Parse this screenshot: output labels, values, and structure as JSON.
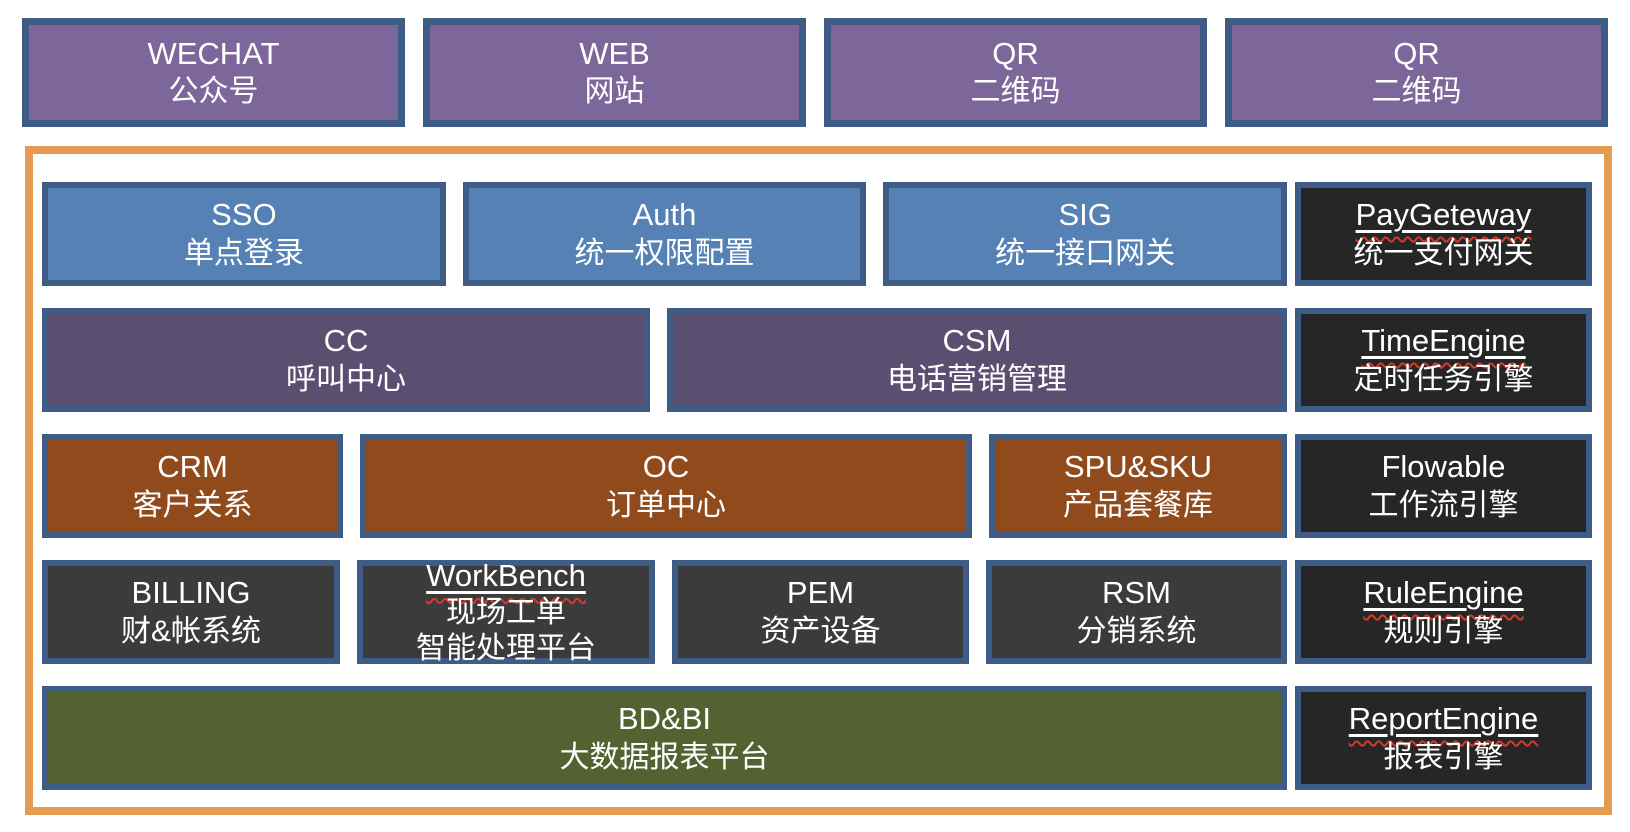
{
  "colors": {
    "purple": "#7d669a",
    "blue": "#5681b5",
    "dark_purple": "#5a4f70",
    "brown": "#914a1c",
    "gray": "#3b3b3b",
    "black": "#262626",
    "green": "#546231",
    "border_blue": "#3e5c85",
    "orange": "#e79a52",
    "red": "#d83a2a"
  },
  "channels": [
    {
      "en": "WECHAT",
      "zh": "公众号"
    },
    {
      "en": "WEB",
      "zh": "网站"
    },
    {
      "en": "QR",
      "zh": "二维码"
    },
    {
      "en": "QR",
      "zh": "二维码"
    }
  ],
  "platform": {
    "gateway_row": {
      "sso": {
        "en": "SSO",
        "zh": "单点登录"
      },
      "auth": {
        "en": "Auth",
        "zh": "统一权限配置"
      },
      "sig": {
        "en": "SIG",
        "zh": "统一接口网关"
      }
    },
    "call_row": {
      "cc": {
        "en": "CC",
        "zh": "呼叫中心"
      },
      "csm": {
        "en": "CSM",
        "zh": "电话营销管理"
      }
    },
    "order_row": {
      "crm": {
        "en": "CRM",
        "zh": "客户关系"
      },
      "oc": {
        "en": "OC",
        "zh": "订单中心"
      },
      "spu_sku": {
        "en": "SPU&SKU",
        "zh": "产品套餐库"
      }
    },
    "ops_row": {
      "billing": {
        "en": "BILLING",
        "zh": "财&帐系统"
      },
      "workbench": {
        "en": "WorkBench",
        "zh_line1": "现场工单",
        "zh_line2": "智能处理平台"
      },
      "pem": {
        "en": "PEM",
        "zh": "资产设备"
      },
      "rsm": {
        "en": "RSM",
        "zh": "分销系统"
      }
    },
    "data_row": {
      "bd_bi": {
        "en": "BD&BI",
        "zh": "大数据报表平台"
      }
    },
    "engines": {
      "pay_gateway": {
        "en": "PayGeteway",
        "zh": "统一支付网关"
      },
      "time_engine": {
        "en": "TimeEngine",
        "zh": "定时任务引擎"
      },
      "flowable": {
        "en": "Flowable",
        "zh": "工作流引擎"
      },
      "rule_engine": {
        "en": "RuleEngine",
        "zh": "规则引擎"
      },
      "report_engine": {
        "en": "ReportEngine",
        "zh": "报表引擎"
      }
    }
  }
}
